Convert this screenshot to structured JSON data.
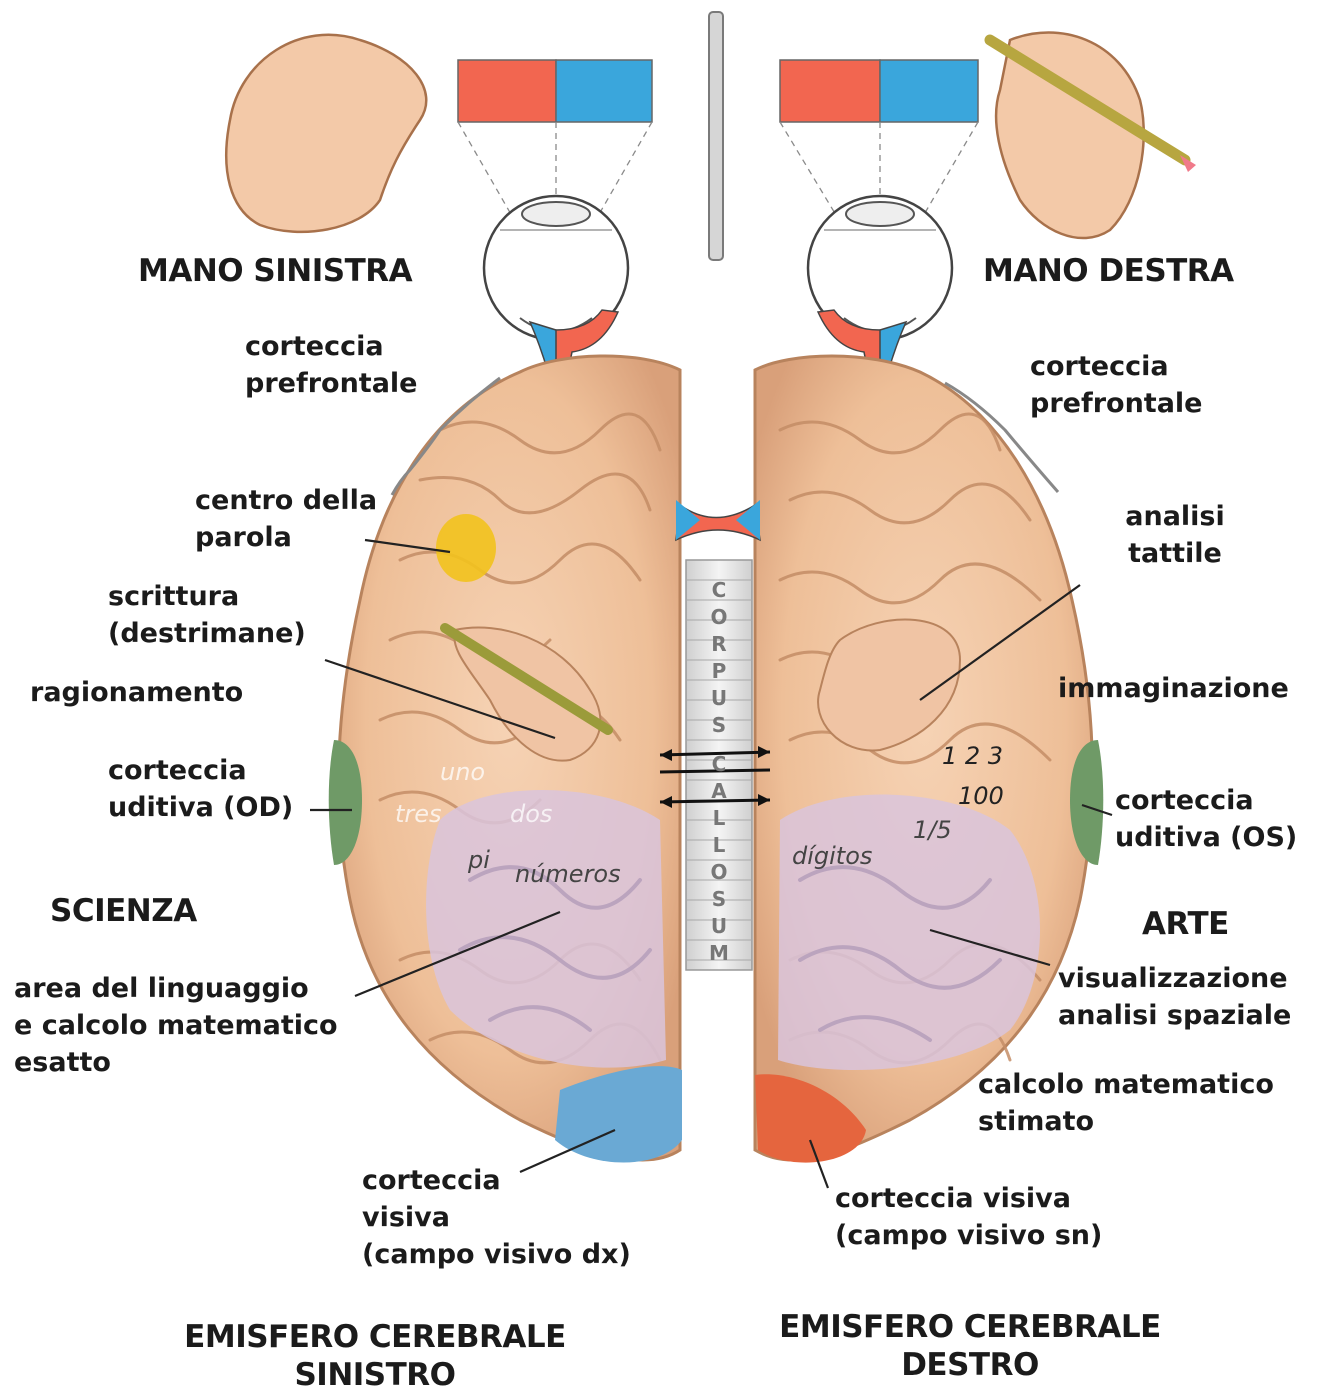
{
  "hands": {
    "left": "MANO SINISTRA",
    "right": "MANO DESTRA"
  },
  "left_labels": {
    "prefrontal": [
      "corteccia",
      "prefrontale"
    ],
    "speech": [
      "centro della",
      "parola"
    ],
    "writing": [
      "scrittura",
      "(destrimane)"
    ],
    "reasoning": "ragionamento",
    "auditory": [
      "corteccia",
      "uditiva (OD)"
    ],
    "science": "SCIENZA",
    "language": [
      "area del linguaggio",
      "e calcolo matematico",
      "esatto"
    ],
    "visual": [
      "corteccia",
      "visiva",
      "(campo visivo dx)"
    ]
  },
  "right_labels": {
    "prefrontal": [
      "corteccia",
      "prefrontale"
    ],
    "tactile": [
      "analisi",
      "tattile"
    ],
    "imagination": "immaginazione",
    "auditory": [
      "corteccia",
      "uditiva (OS)"
    ],
    "art": "ARTE",
    "visualization": [
      "visualizzazione",
      "analisi spaziale"
    ],
    "estimated": [
      "calcolo matematico",
      "stimato"
    ],
    "visual": [
      "corteccia visiva",
      "(campo visivo sn)"
    ]
  },
  "hemispheres": {
    "left": [
      "EMISFERO CEREBRALE",
      "SINISTRO"
    ],
    "right": [
      "EMISFERO CEREBRALE",
      "DESTRO"
    ]
  },
  "corpus_callosum": [
    "C",
    "O",
    "R",
    "P",
    "U",
    "S",
    "C",
    "A",
    "L",
    "L",
    "O",
    "S",
    "U",
    "M"
  ],
  "brain_text": {
    "pi": "pi",
    "numeros": "números",
    "digitos": "dígitos",
    "n123": "1 2 3",
    "n100": "100",
    "n15": "1/5",
    "uno": "uno",
    "tres": "tres",
    "dos": "dos"
  },
  "colors": {
    "cortex": "#f2c39e",
    "cortex_edge": "#b8835d",
    "red_field": "#f26650",
    "blue_field": "#3aa6dc",
    "auditory": "#6f9a67",
    "speech_center": "#f2c21d",
    "parietal": "#d9c4dc",
    "visual_left": "#6aa9d4",
    "visual_right": "#e5653e"
  }
}
